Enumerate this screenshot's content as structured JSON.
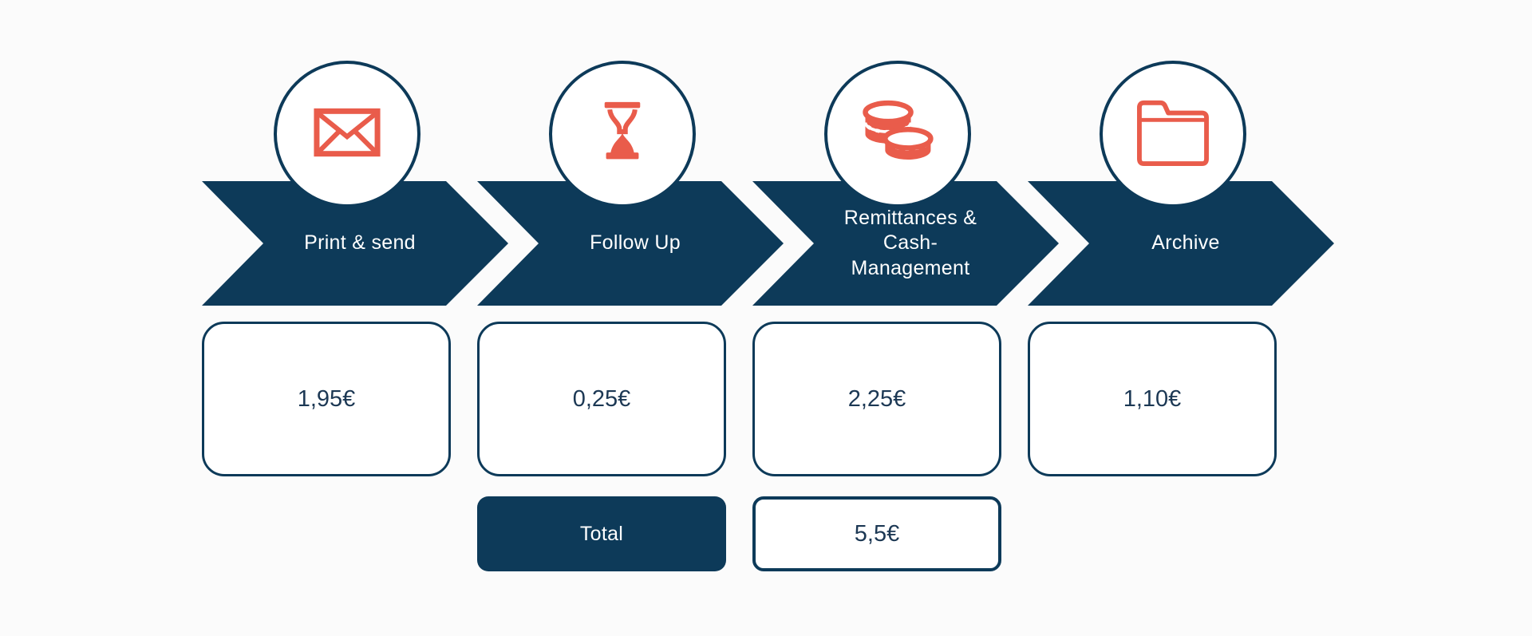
{
  "colors": {
    "navy": "#0d3a59",
    "coral": "#e95c4b",
    "price_text": "#1c3854",
    "background": "#fbfbfb",
    "white": "#ffffff"
  },
  "stages": [
    {
      "icon": "envelope-icon",
      "label": "Print & send",
      "price": "1,95€"
    },
    {
      "icon": "hourglass-icon",
      "label": "Follow Up",
      "price": "0,25€"
    },
    {
      "icon": "coins-icon",
      "label": "Remittances &\nCash-\nManagement",
      "price": "2,25€"
    },
    {
      "icon": "folder-icon",
      "label": "Archive",
      "price": "1,10€"
    }
  ],
  "total": {
    "label": "Total",
    "value": "5,5€"
  }
}
